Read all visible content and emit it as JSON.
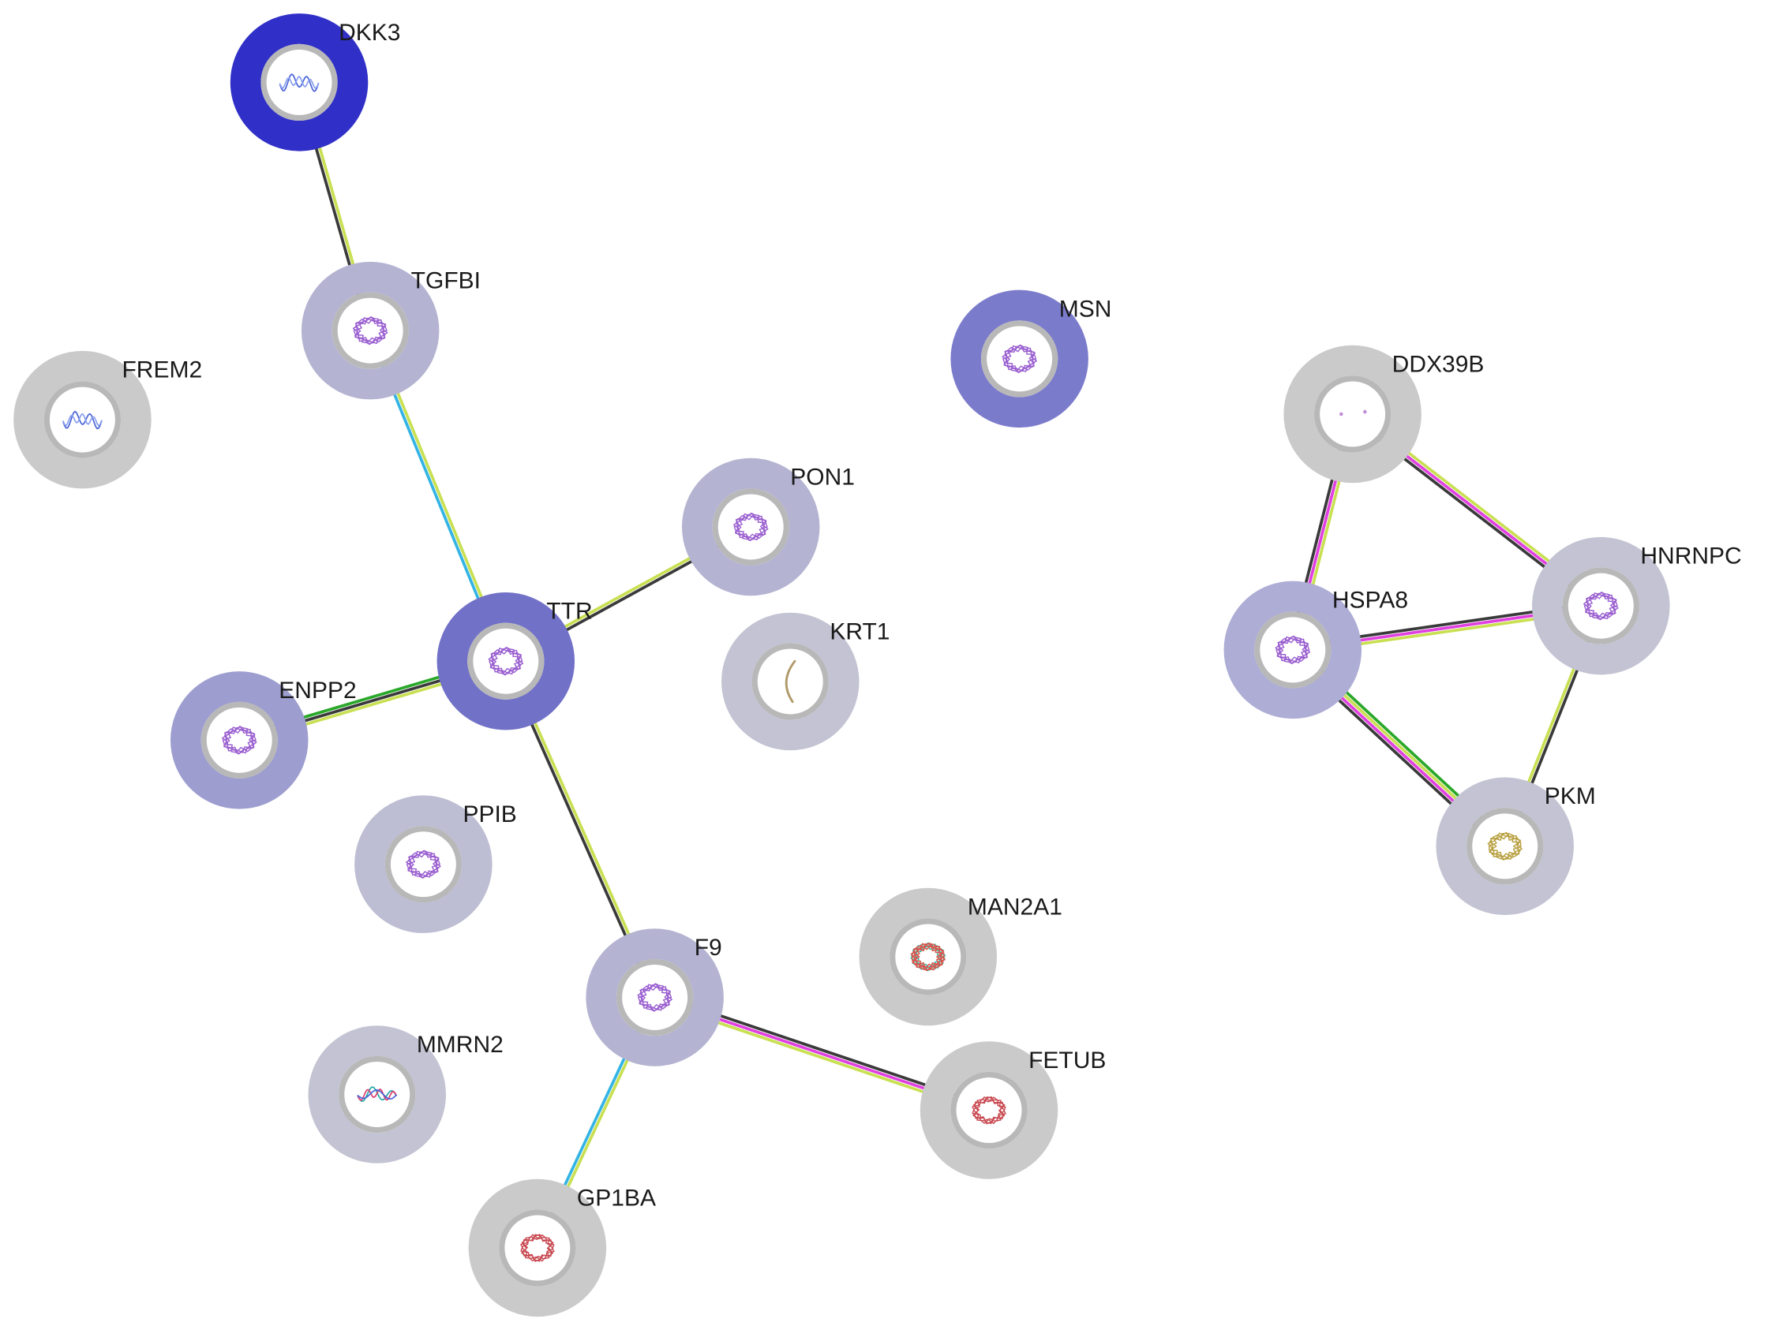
{
  "nodes": [
    {
      "id": "DKK3",
      "label": "DKK3",
      "ring_color": "#3030c8",
      "structure": "blue-coil"
    },
    {
      "id": "TGFBI",
      "label": "TGFBI",
      "ring_color": "#b4b4d2",
      "structure": "purple-fold"
    },
    {
      "id": "FREM2",
      "label": "FREM2",
      "ring_color": "#cacaca",
      "structure": "blue-coil"
    },
    {
      "id": "MSN",
      "label": "MSN",
      "ring_color": "#7b7bcc",
      "structure": "purple-fold"
    },
    {
      "id": "DDX39B",
      "label": "DDX39B",
      "ring_color": "#cacaca",
      "structure": "faint"
    },
    {
      "id": "PON1",
      "label": "PON1",
      "ring_color": "#b4b4d2",
      "structure": "purple-fold"
    },
    {
      "id": "TTR",
      "label": "TTR",
      "ring_color": "#7171c8",
      "structure": "purple-fold"
    },
    {
      "id": "KRT1",
      "label": "KRT1",
      "ring_color": "#c3c3d3",
      "structure": "tan-strand"
    },
    {
      "id": "HNRNPC",
      "label": "HNRNPC",
      "ring_color": "#c3c3d3",
      "structure": "purple-fold"
    },
    {
      "id": "HSPA8",
      "label": "HSPA8",
      "ring_color": "#adadd6",
      "structure": "purple-fold"
    },
    {
      "id": "ENPP2",
      "label": "ENPP2",
      "ring_color": "#9d9dd0",
      "structure": "purple-fold"
    },
    {
      "id": "PPIB",
      "label": "PPIB",
      "ring_color": "#bdbdd3",
      "structure": "purple-fold"
    },
    {
      "id": "PKM",
      "label": "PKM",
      "ring_color": "#c3c3d3",
      "structure": "gold-fold"
    },
    {
      "id": "MAN2A1",
      "label": "MAN2A1",
      "ring_color": "#cacaca",
      "structure": "rainbow-fold"
    },
    {
      "id": "F9",
      "label": "F9",
      "ring_color": "#b4b4d2",
      "structure": "purple-fold"
    },
    {
      "id": "MMRN2",
      "label": "MMRN2",
      "ring_color": "#c3c3d3",
      "structure": "multi-coil"
    },
    {
      "id": "FETUB",
      "label": "FETUB",
      "ring_color": "#cacaca",
      "structure": "red-fold"
    },
    {
      "id": "GP1BA",
      "label": "GP1BA",
      "ring_color": "#cacaca",
      "structure": "red-fold"
    }
  ],
  "edges": [
    {
      "source": "DKK3",
      "target": "TGFBI",
      "colors": [
        "#c8e052",
        "#3a3a3a"
      ]
    },
    {
      "source": "TGFBI",
      "target": "TTR",
      "colors": [
        "#c8e052",
        "#34b4e4"
      ]
    },
    {
      "source": "TTR",
      "target": "PON1",
      "colors": [
        "#c8e052",
        "#3a3a3a"
      ]
    },
    {
      "source": "TTR",
      "target": "ENPP2",
      "colors": [
        "#c8e052",
        "#3a3a3a",
        "#2aa82a"
      ]
    },
    {
      "source": "TTR",
      "target": "F9",
      "colors": [
        "#c8e052",
        "#3a3a3a"
      ]
    },
    {
      "source": "F9",
      "target": "FETUB",
      "colors": [
        "#3a3a3a",
        "#e040e0",
        "#c8e052"
      ]
    },
    {
      "source": "F9",
      "target": "GP1BA",
      "colors": [
        "#c8e052",
        "#34b4e4"
      ]
    },
    {
      "source": "DDX39B",
      "target": "HSPA8",
      "colors": [
        "#c8e052",
        "#e040e0",
        "#3a3a3a"
      ]
    },
    {
      "source": "DDX39B",
      "target": "HNRNPC",
      "colors": [
        "#c8e052",
        "#e040e0",
        "#3a3a3a"
      ]
    },
    {
      "source": "HSPA8",
      "target": "HNRNPC",
      "colors": [
        "#3a3a3a",
        "#e040e0",
        "#c8e052"
      ]
    },
    {
      "source": "HSPA8",
      "target": "PKM",
      "colors": [
        "#2aa82a",
        "#c8e052",
        "#e040e0",
        "#3a3a3a"
      ]
    },
    {
      "source": "HNRNPC",
      "target": "PKM",
      "colors": [
        "#3a3a3a",
        "#c8e052"
      ]
    }
  ]
}
